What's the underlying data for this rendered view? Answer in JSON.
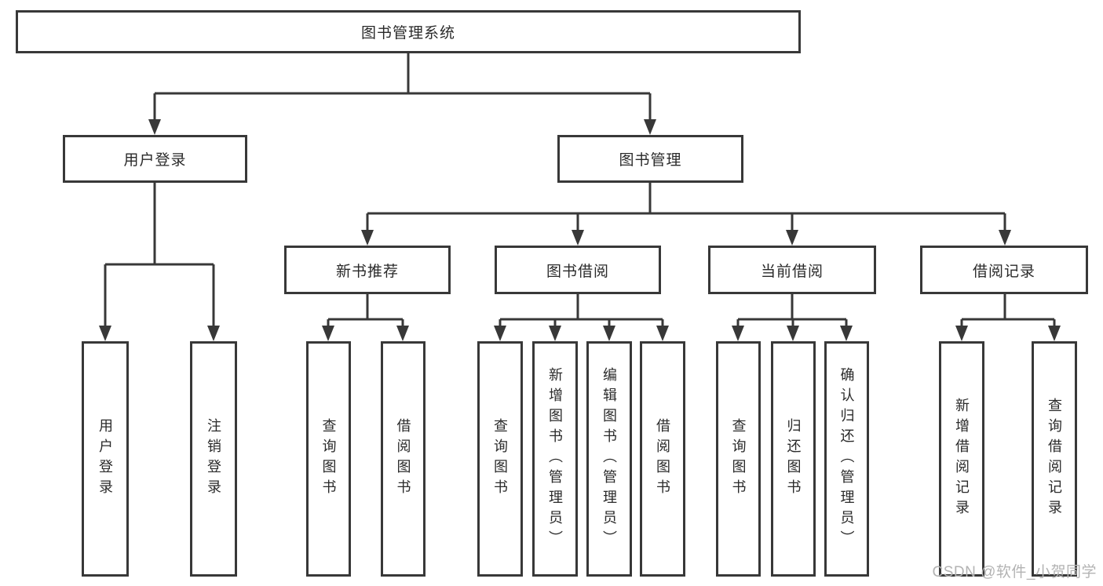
{
  "diagram": {
    "root": {
      "label": "图书管理系统"
    },
    "level2": [
      {
        "label": "用户登录"
      },
      {
        "label": "图书管理"
      }
    ],
    "level3": [
      {
        "label": "新书推荐"
      },
      {
        "label": "图书借阅"
      },
      {
        "label": "当前借阅"
      },
      {
        "label": "借阅记录"
      }
    ],
    "groups": [
      {
        "parent": "用户登录",
        "leaves": [
          "用户登录",
          "注销登录"
        ]
      },
      {
        "parent": "新书推荐",
        "leaves": [
          "查询图书",
          "借阅图书"
        ]
      },
      {
        "parent": "图书借阅",
        "leaves": [
          "查询图书",
          "新增图书（管理员）",
          "编辑图书（管理员）",
          "借阅图书"
        ]
      },
      {
        "parent": "当前借阅",
        "leaves": [
          "查询图书",
          "归还图书",
          "确认归还（管理员）"
        ]
      },
      {
        "parent": "借阅记录",
        "leaves": [
          "新增借阅记录",
          "查询借阅记录"
        ]
      }
    ],
    "watermark": "CSDN @软件_小贺同学",
    "colors": {
      "line": "#383838",
      "text": "#2a2a2a",
      "background": "#ffffff",
      "watermark": "#b3b3b3"
    }
  }
}
